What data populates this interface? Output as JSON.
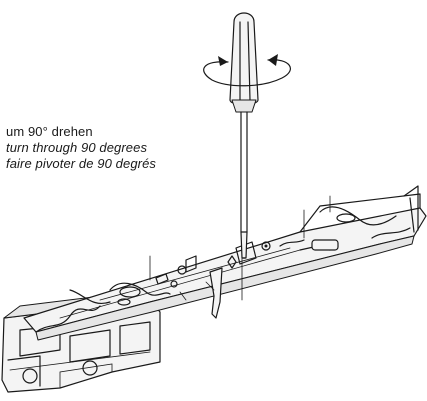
{
  "instruction": {
    "german": "um 90° drehen",
    "english": "turn through 90 degrees",
    "french": "faire pivoter de 90 degrés"
  },
  "icons": {
    "tool": "screwdriver-icon",
    "rotation": "rotation-arrow-icon"
  },
  "colors": {
    "ink": "#1a1a1a",
    "paper": "#ffffff"
  }
}
